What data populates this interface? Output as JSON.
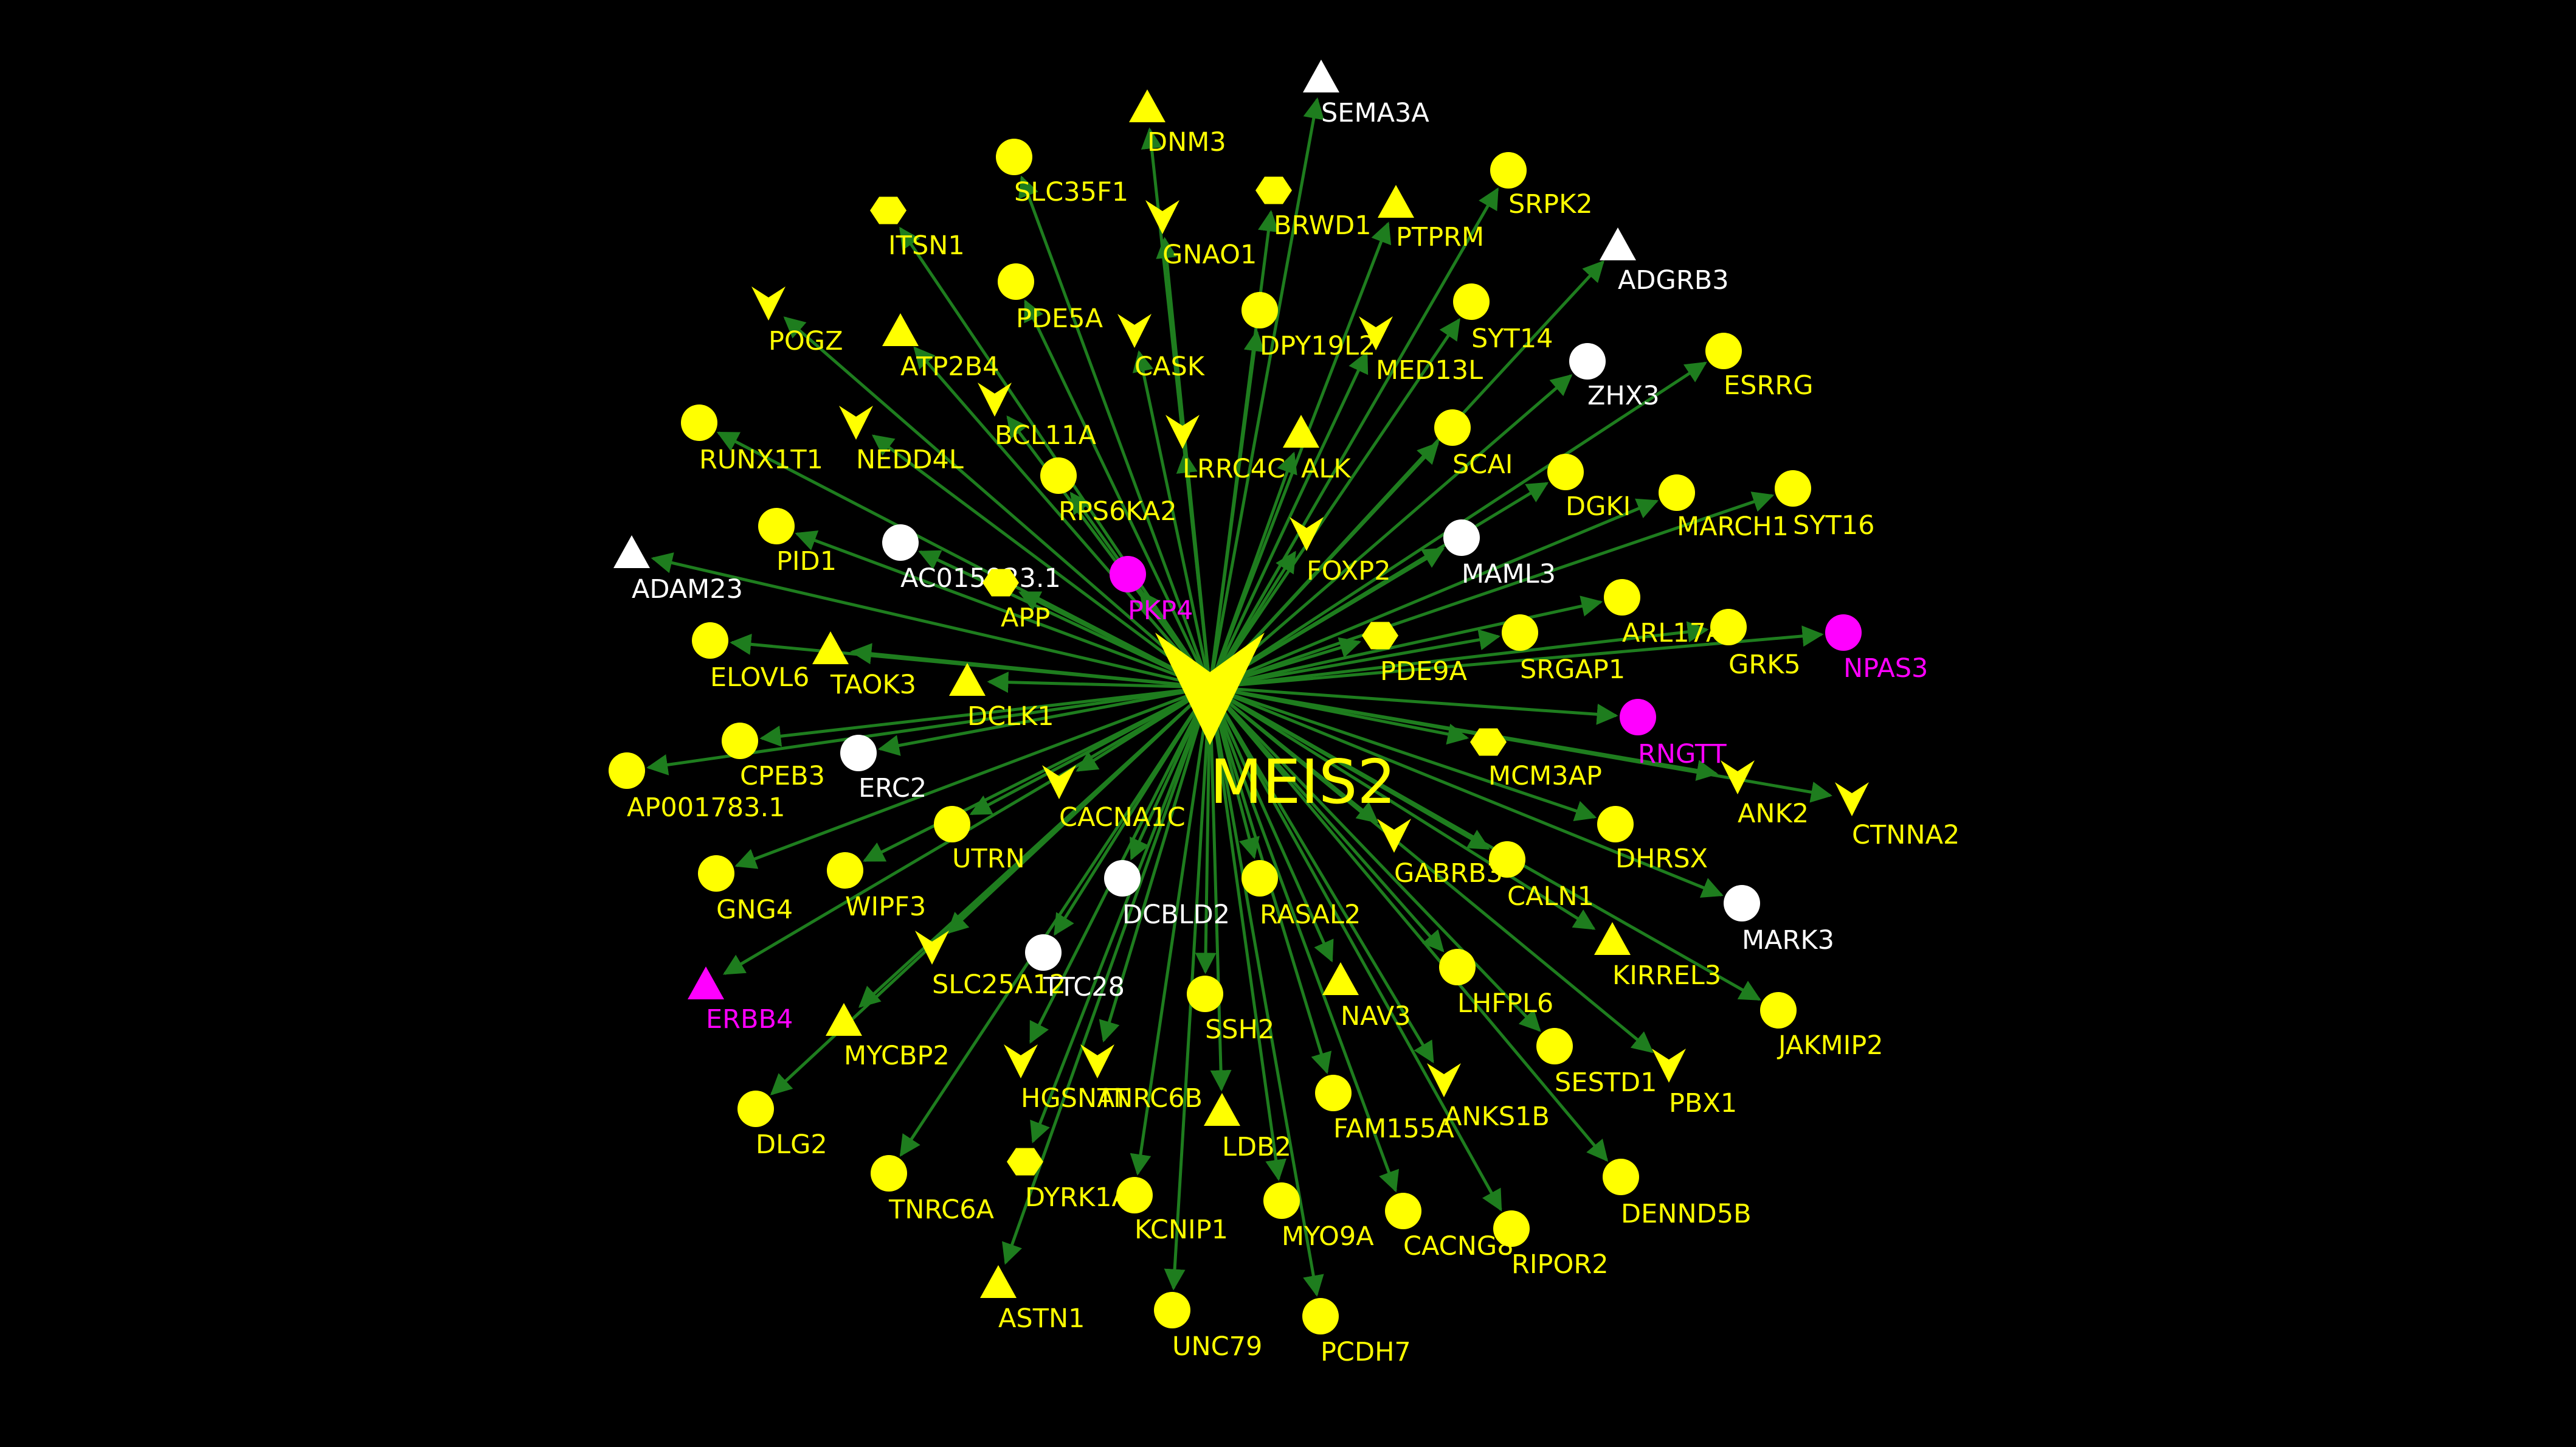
{
  "hub": {
    "label": "MEIS2",
    "shape": "v",
    "color": "#ffff00"
  },
  "colors": {
    "yellow": "#ffff00",
    "white": "#ffffff",
    "magenta": "#ff00ff",
    "edge": "#1e7d1e"
  },
  "nodes": [
    {
      "label": "SEMA3A",
      "shape": "triangle",
      "color": "white"
    },
    {
      "label": "DNM3",
      "shape": "triangle",
      "color": "yellow"
    },
    {
      "label": "SLC35F1",
      "shape": "circle",
      "color": "yellow"
    },
    {
      "label": "BRWD1",
      "shape": "hexagon",
      "color": "yellow"
    },
    {
      "label": "PTPRM",
      "shape": "triangle",
      "color": "yellow"
    },
    {
      "label": "SRPK2",
      "shape": "circle",
      "color": "yellow"
    },
    {
      "label": "ITSN1",
      "shape": "hexagon",
      "color": "yellow"
    },
    {
      "label": "GNAO1",
      "shape": "v",
      "color": "yellow"
    },
    {
      "label": "ADGRB3",
      "shape": "triangle",
      "color": "white"
    },
    {
      "label": "PDE5A",
      "shape": "circle",
      "color": "yellow"
    },
    {
      "label": "DPY19L2",
      "shape": "circle",
      "color": "yellow"
    },
    {
      "label": "SYT14",
      "shape": "circle",
      "color": "yellow"
    },
    {
      "label": "POGZ",
      "shape": "v",
      "color": "yellow"
    },
    {
      "label": "ATP2B4",
      "shape": "triangle",
      "color": "yellow"
    },
    {
      "label": "CASK",
      "shape": "v",
      "color": "yellow"
    },
    {
      "label": "MED13L",
      "shape": "v",
      "color": "yellow"
    },
    {
      "label": "ZHX3",
      "shape": "circle",
      "color": "white"
    },
    {
      "label": "ESRRG",
      "shape": "circle",
      "color": "yellow"
    },
    {
      "label": "BCL11A",
      "shape": "v",
      "color": "yellow"
    },
    {
      "label": "RUNX1T1",
      "shape": "circle",
      "color": "yellow"
    },
    {
      "label": "NEDD4L",
      "shape": "v",
      "color": "yellow"
    },
    {
      "label": "LRRC4C",
      "shape": "v",
      "color": "yellow"
    },
    {
      "label": "ALK",
      "shape": "triangle",
      "color": "yellow"
    },
    {
      "label": "SCAI",
      "shape": "circle",
      "color": "yellow"
    },
    {
      "label": "DGKI",
      "shape": "circle",
      "color": "yellow"
    },
    {
      "label": "RPS6KA2",
      "shape": "circle",
      "color": "yellow"
    },
    {
      "label": "MARCH1",
      "shape": "circle",
      "color": "yellow"
    },
    {
      "label": "SYT16",
      "shape": "circle",
      "color": "yellow"
    },
    {
      "label": "PID1",
      "shape": "circle",
      "color": "yellow"
    },
    {
      "label": "ADAM23",
      "shape": "triangle",
      "color": "white"
    },
    {
      "label": "AC015923.1",
      "shape": "circle",
      "color": "white"
    },
    {
      "label": "PKP4",
      "shape": "circle",
      "color": "magenta"
    },
    {
      "label": "FOXP2",
      "shape": "v",
      "color": "yellow"
    },
    {
      "label": "MAML3",
      "shape": "circle",
      "color": "white"
    },
    {
      "label": "APP",
      "shape": "hexagon",
      "color": "yellow"
    },
    {
      "label": "ARL17A",
      "shape": "circle",
      "color": "yellow"
    },
    {
      "label": "ELOVL6",
      "shape": "circle",
      "color": "yellow"
    },
    {
      "label": "TAOK3",
      "shape": "triangle",
      "color": "yellow"
    },
    {
      "label": "PDE9A",
      "shape": "hexagon",
      "color": "yellow"
    },
    {
      "label": "SRGAP1",
      "shape": "circle",
      "color": "yellow"
    },
    {
      "label": "GRK5",
      "shape": "circle",
      "color": "yellow"
    },
    {
      "label": "NPAS3",
      "shape": "circle",
      "color": "magenta"
    },
    {
      "label": "DCLK1",
      "shape": "triangle",
      "color": "yellow"
    },
    {
      "label": "RNGTT",
      "shape": "circle",
      "color": "magenta"
    },
    {
      "label": "CPEB3",
      "shape": "circle",
      "color": "yellow"
    },
    {
      "label": "ERC2",
      "shape": "circle",
      "color": "white"
    },
    {
      "label": "MCM3AP",
      "shape": "hexagon",
      "color": "yellow"
    },
    {
      "label": "AP001783.1",
      "shape": "circle",
      "color": "yellow"
    },
    {
      "label": "ANK2",
      "shape": "v",
      "color": "yellow"
    },
    {
      "label": "CTNNA2",
      "shape": "v",
      "color": "yellow"
    },
    {
      "label": "CACNA1C",
      "shape": "v",
      "color": "yellow"
    },
    {
      "label": "UTRN",
      "shape": "circle",
      "color": "yellow"
    },
    {
      "label": "DHRSX",
      "shape": "circle",
      "color": "yellow"
    },
    {
      "label": "GNG4",
      "shape": "circle",
      "color": "yellow"
    },
    {
      "label": "WIPF3",
      "shape": "circle",
      "color": "yellow"
    },
    {
      "label": "GABRB3",
      "shape": "v",
      "color": "yellow"
    },
    {
      "label": "CALN1",
      "shape": "circle",
      "color": "yellow"
    },
    {
      "label": "DCBLD2",
      "shape": "circle",
      "color": "white"
    },
    {
      "label": "RASAL2",
      "shape": "circle",
      "color": "yellow"
    },
    {
      "label": "MARK3",
      "shape": "circle",
      "color": "white"
    },
    {
      "label": "SLC25A12",
      "shape": "v",
      "color": "yellow"
    },
    {
      "label": "TTC28",
      "shape": "circle",
      "color": "white"
    },
    {
      "label": "ERBB4",
      "shape": "triangle",
      "color": "magenta"
    },
    {
      "label": "KIRREL3",
      "shape": "triangle",
      "color": "yellow"
    },
    {
      "label": "LHFPL6",
      "shape": "circle",
      "color": "yellow"
    },
    {
      "label": "MYCBP2",
      "shape": "triangle",
      "color": "yellow"
    },
    {
      "label": "SSH2",
      "shape": "circle",
      "color": "yellow"
    },
    {
      "label": "NAV3",
      "shape": "triangle",
      "color": "yellow"
    },
    {
      "label": "JAKMIP2",
      "shape": "circle",
      "color": "yellow"
    },
    {
      "label": "SESTD1",
      "shape": "circle",
      "color": "yellow"
    },
    {
      "label": "PBX1",
      "shape": "v",
      "color": "yellow"
    },
    {
      "label": "HGSNAT",
      "shape": "v",
      "color": "yellow"
    },
    {
      "label": "TNRC6B",
      "shape": "v",
      "color": "yellow"
    },
    {
      "label": "FAM155A",
      "shape": "circle",
      "color": "yellow"
    },
    {
      "label": "ANKS1B",
      "shape": "v",
      "color": "yellow"
    },
    {
      "label": "DLG2",
      "shape": "circle",
      "color": "yellow"
    },
    {
      "label": "LDB2",
      "shape": "triangle",
      "color": "yellow"
    },
    {
      "label": "TNRC6A",
      "shape": "circle",
      "color": "yellow"
    },
    {
      "label": "DYRK1A",
      "shape": "hexagon",
      "color": "yellow"
    },
    {
      "label": "KCNIP1",
      "shape": "circle",
      "color": "yellow"
    },
    {
      "label": "MYO9A",
      "shape": "circle",
      "color": "yellow"
    },
    {
      "label": "CACNG8",
      "shape": "circle",
      "color": "yellow"
    },
    {
      "label": "RIPOR2",
      "shape": "circle",
      "color": "yellow"
    },
    {
      "label": "DENND5B",
      "shape": "circle",
      "color": "yellow"
    },
    {
      "label": "ASTN1",
      "shape": "triangle",
      "color": "yellow"
    },
    {
      "label": "UNC79",
      "shape": "circle",
      "color": "yellow"
    },
    {
      "label": "PCDH7",
      "shape": "circle",
      "color": "yellow"
    }
  ]
}
